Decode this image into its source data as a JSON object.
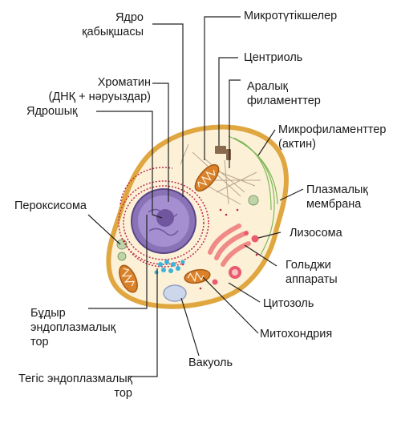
{
  "labels": {
    "nuclear_envelope": [
      "Ядро",
      "қабықшасы"
    ],
    "chromatin": [
      "Хроматин",
      "(ДНҚ + нәруыздар)"
    ],
    "nucleolus": "Ядрошық",
    "peroxisome": "Пероксисома",
    "rough_er": [
      "Бұдыр",
      "эндоплазмалық",
      "тор"
    ],
    "smooth_er": [
      "Тегіс эндоплазмалық",
      "тор"
    ],
    "microtubules": "Микротүтікшелер",
    "centriole": "Центриоль",
    "intermediate_filaments": [
      "Аралық",
      "филаменттер"
    ],
    "microfilaments": [
      "Микрофиламенттер",
      "(актин)"
    ],
    "plasma_membrane": [
      "Плазмалық",
      "мембрана"
    ],
    "lysosome": "Лизосома",
    "golgi": [
      "Гольджи",
      "аппараты"
    ],
    "cytosol": "Цитозоль",
    "mitochondrion": "Митохондрия",
    "vacuole": "Вакуоль"
  },
  "colors": {
    "membrane": "#e0a640",
    "cytoplasm": "#fcf1d7",
    "nucleus_outer": "#8a72b6",
    "nucleus_inner": "#a68fd0",
    "rough_er": "#c1294f",
    "mitochondrion": "#d9822b",
    "golgi": "#ef8a86",
    "lysosome": "#ea5b6e",
    "microfilament": "#7fb85a",
    "smooth_er": "#3db3d9",
    "vacuole": "#cdd7ec",
    "line": "#222222"
  }
}
